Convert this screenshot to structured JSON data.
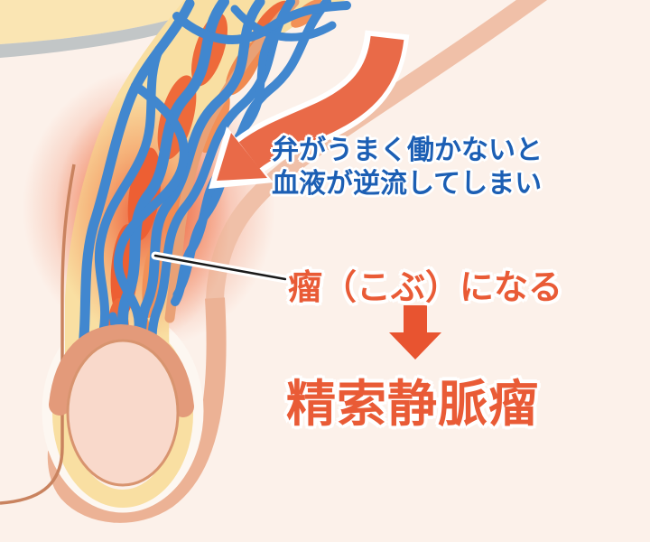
{
  "annotations": {
    "reflux_note_line1": "弁がうまく働かないと",
    "reflux_note_line2": "血液が逆流してしまい",
    "lump_label": "瘤（こぶ）になる",
    "diagnosis": "精索静脈瘤"
  },
  "colors": {
    "background": "#fcf1ea",
    "cream_band": "#fae5b3",
    "gray_band": "#c2c6c7",
    "vein_blue": "#4187cf",
    "reflux_orange": "#ed5f33",
    "sheath_yellow": "#f9dfa2",
    "cord_salmon": "#eeb69a",
    "inner_cord_line": "#e9a176",
    "epididymis_salmon": "#e39a7a",
    "testis_fill": "#f9d9cb",
    "testis_stroke": "#d8946f",
    "body_contour_brown": "#c9835f",
    "glow_red": "#e83e26",
    "arrow_orange": "#e9664296",
    "curved_arrow": "#e96a48",
    "down_arrow": "#e85430",
    "text_blue": "#1c5fb4",
    "text_orange": "#e95b36"
  }
}
